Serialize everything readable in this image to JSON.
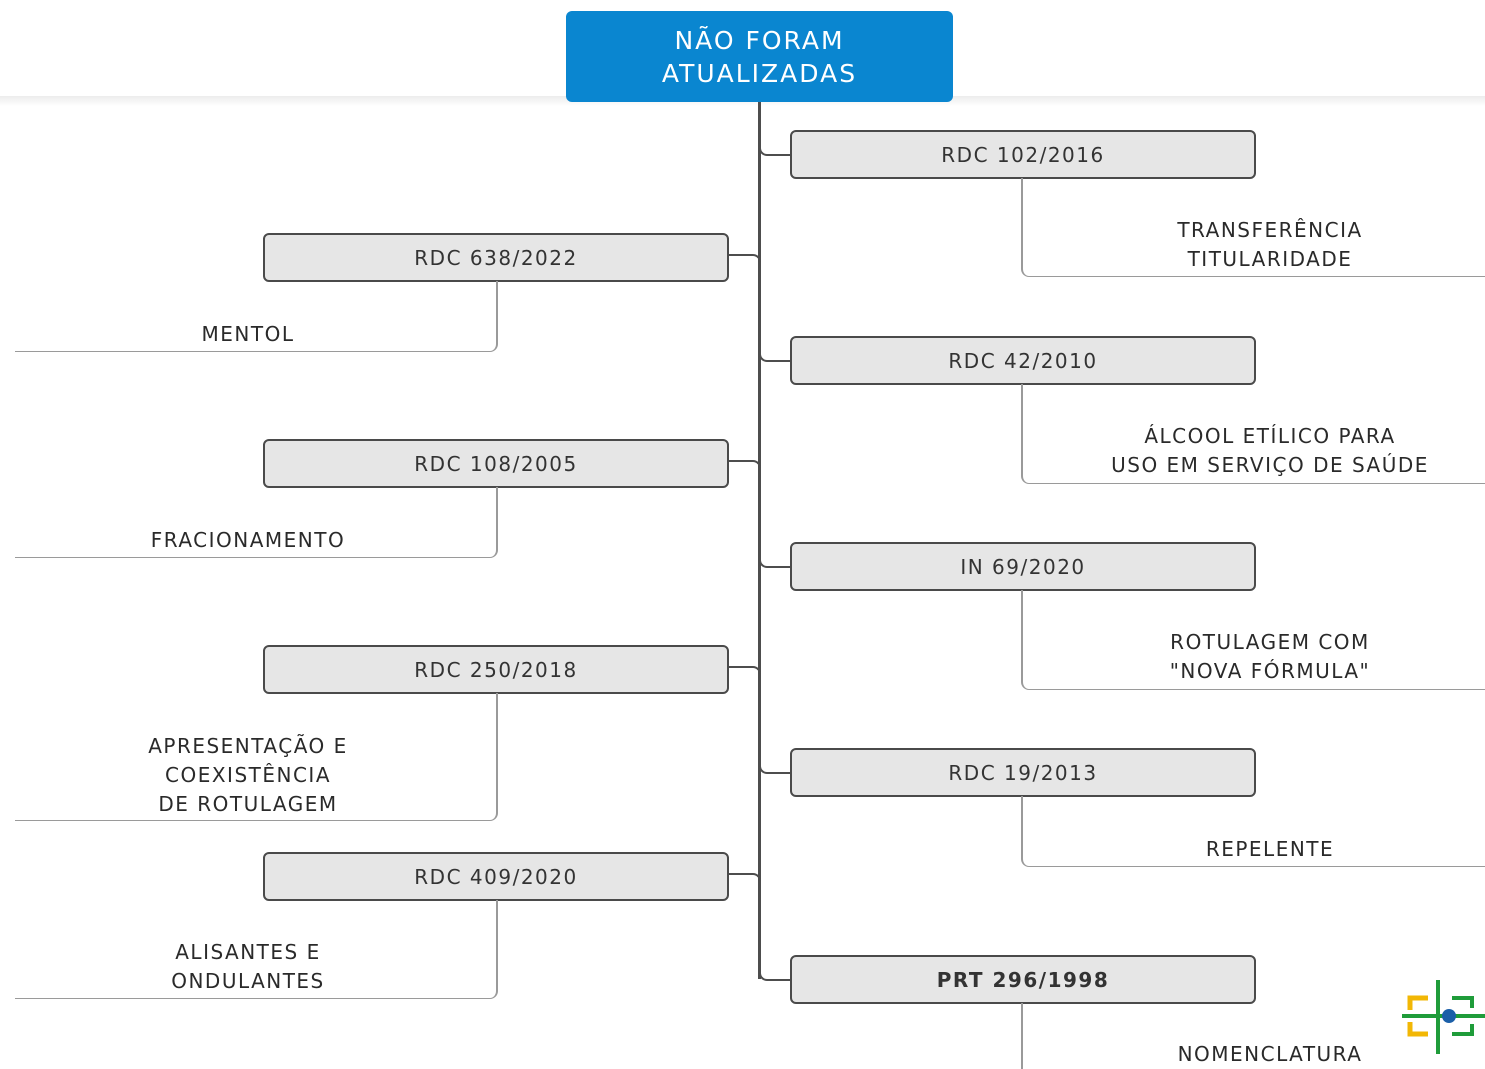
{
  "root": {
    "lines": [
      "NÃO FORAM",
      "ATUALIZADAS"
    ]
  },
  "right_branches": [
    {
      "label": "RDC 102/2016",
      "leaf": [
        "TRANSFERÊNCIA",
        "TITULARIDADE"
      ]
    },
    {
      "label": "RDC 42/2010",
      "leaf": [
        "ÁLCOOL ETÍLICO PARA",
        "USO EM SERVIÇO DE SAÚDE"
      ]
    },
    {
      "label": "IN 69/2020",
      "leaf": [
        "ROTULAGEM COM",
        "\"NOVA FÓRMULA\""
      ]
    },
    {
      "label": "RDC 19/2013",
      "leaf": [
        "REPELENTE"
      ]
    },
    {
      "label": "PRT 296/1998",
      "leaf": [
        "NOMENCLATURA"
      ]
    }
  ],
  "left_branches": [
    {
      "label": "RDC 638/2022",
      "leaf": [
        "MENTOL"
      ]
    },
    {
      "label": "RDC 108/2005",
      "leaf": [
        "FRACIONAMENTO"
      ]
    },
    {
      "label": "RDC 250/2018",
      "leaf": [
        "APRESENTAÇÃO E",
        "COEXISTÊNCIA",
        "DE ROTULAGEM"
      ]
    },
    {
      "label": "RDC 409/2020",
      "leaf": [
        "ALISANTES E",
        "ONDULANTES"
      ]
    }
  ],
  "logo": {
    "icon": "anvisa-logo-icon",
    "colors": [
      "#1f9c3a",
      "#f2b705",
      "#1b5fa8"
    ]
  }
}
